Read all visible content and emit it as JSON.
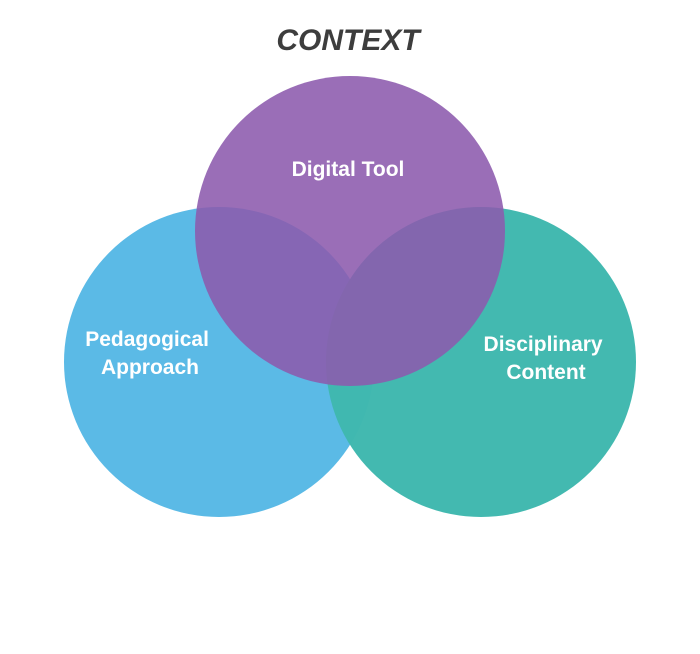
{
  "diagram": {
    "title": "CONTEXT",
    "circles": [
      {
        "id": "digital-tool",
        "lines": [
          "Digital Tool"
        ],
        "color": "#8c5aad"
      },
      {
        "id": "pedagogical-approach",
        "lines": [
          "Pedagogical",
          "Approach"
        ],
        "color": "#5bbae6"
      },
      {
        "id": "disciplinary-content",
        "lines": [
          "Disciplinary",
          "Content"
        ],
        "color": "#3fb8ae"
      }
    ]
  }
}
